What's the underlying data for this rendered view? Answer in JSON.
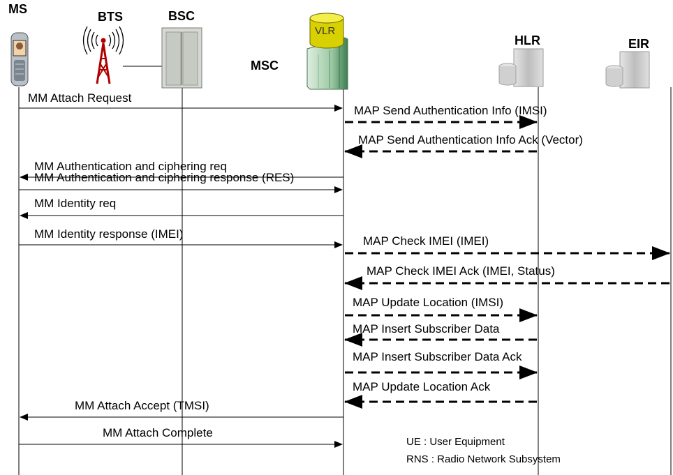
{
  "entities": {
    "ms": "MS",
    "bts": "BTS",
    "bsc": "BSC",
    "msc": "MSC",
    "vlr": "VLR",
    "hlr": "HLR",
    "eir": "EIR"
  },
  "messages": [
    "MM Attach Request",
    "MAP Send Authentication Info (IMSI)",
    "MAP Send Authentication Info Ack (Vector)",
    "MM Authentication and ciphering req",
    "MM Authentication and ciphering response (RES)",
    "MM Identity req",
    "MM Identity response (IMEI)",
    "MAP Check IMEI (IMEI)",
    "MAP Check IMEI Ack (IMEI, Status)",
    "MAP Update Location (IMSI)",
    "MAP  Insert Subscriber Data",
    "MAP Insert Subscriber Data Ack",
    "MAP Update Location Ack",
    "MM Attach Accept (TMSI)",
    "MM Attach Complete"
  ],
  "legend": {
    "ue": "UE : User Equipment",
    "rns": "RNS : Radio Network Subsystem"
  },
  "icons": [
    "mobile-phone-icon",
    "cell-tower-icon",
    "bsc-cabinet-icon",
    "msc-switch-icon",
    "vlr-database-icon",
    "hlr-server-icon",
    "eir-server-icon"
  ]
}
